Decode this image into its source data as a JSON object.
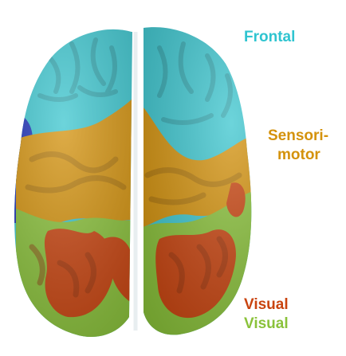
{
  "labels": {
    "frontal": "Frontal",
    "sensorimotor_line1": "Sensori-",
    "sensorimotor_line2": "motor",
    "visual_red": "Visual",
    "visual_green": "Visual"
  },
  "colors": {
    "frontal": "#3cc6cf",
    "sensorimotor": "#d4920c",
    "visual_red": "#c9440f",
    "visual_green": "#8ac23a",
    "blue_region": "#1b2fb8",
    "background": "#ffffff"
  }
}
